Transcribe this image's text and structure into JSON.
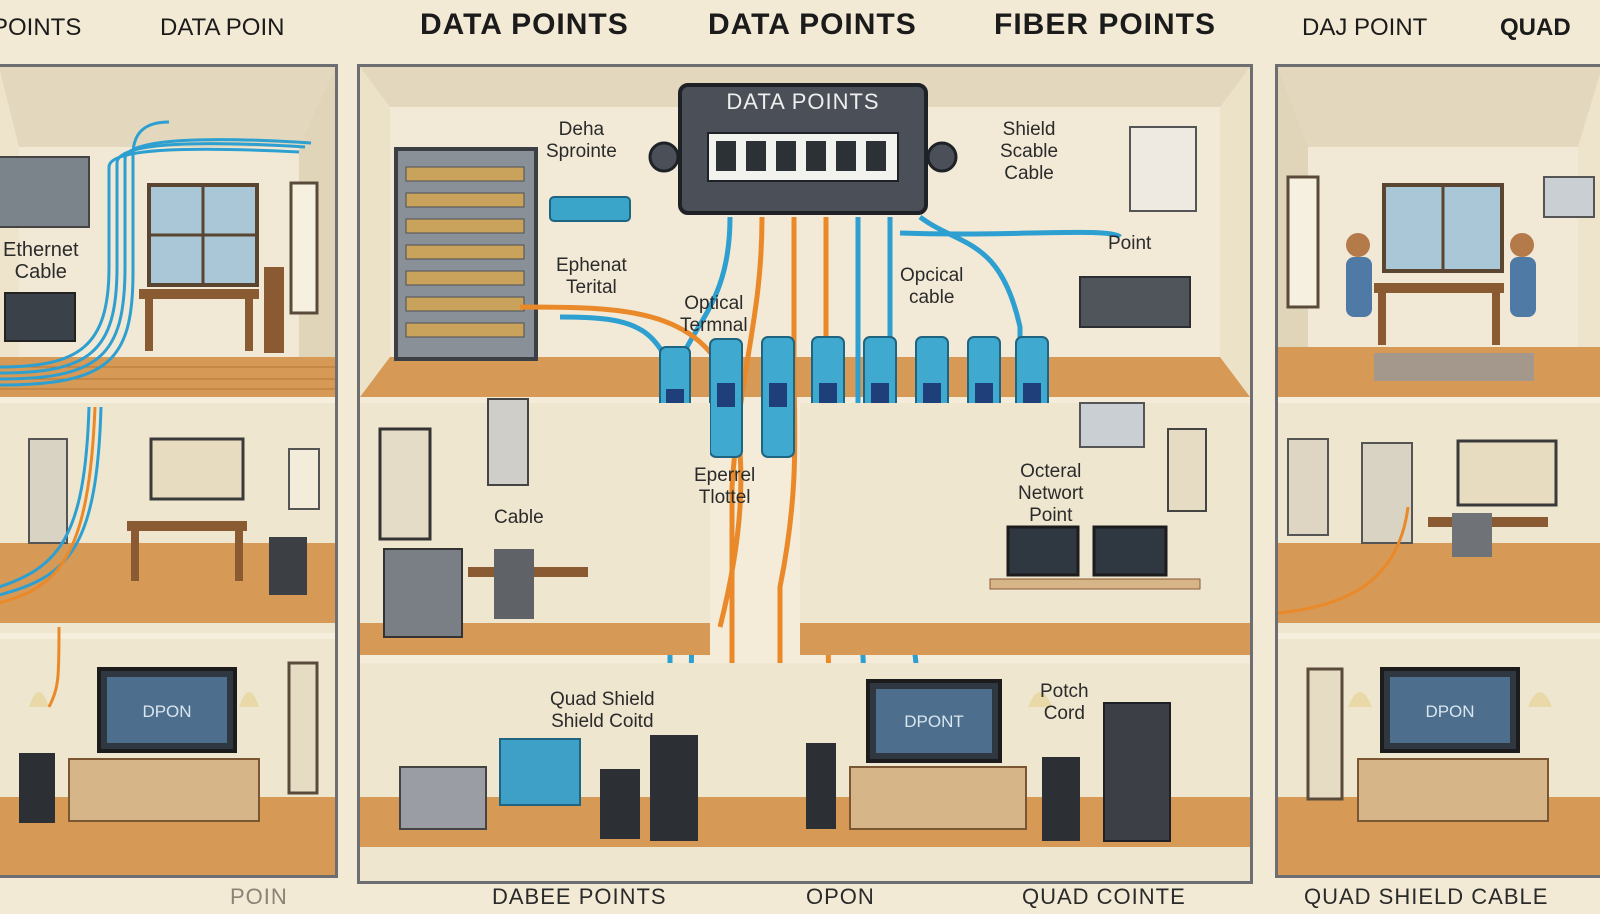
{
  "header": {
    "items": [
      "POINTS",
      "DATA POIN",
      "DATA POINTS",
      "DATA POINTS",
      "FIBER POINTS",
      "DAJ POINT",
      "QUAD"
    ]
  },
  "footer": {
    "items": [
      "POIN",
      "DABEE POINTS",
      "OPON",
      "QUAD COINTE",
      "QUAD SHIELD CABLE"
    ]
  },
  "switch": {
    "label": "DATA POINTS"
  },
  "labels": {
    "ethernet_cable": "Ethernet\nCable",
    "deha_sprointe": "Deha\nSprointe",
    "ephenat_terital": "Ephenat\nTerital",
    "optical_terminal": "Optical\nTermnal",
    "shield_scable": "Shield\nScable\nCable",
    "point": "Point",
    "opcical_cable": "Opcical\ncable",
    "cable": "Cable",
    "eperrel_tlottel": "Eperrel\nTlottel",
    "octeral_network_point": "Octeral\nNetwort\nPoint",
    "quad_shield_coitd": "Quad Shield\nShield Coitd",
    "patch_cord": "Potch\nCord"
  },
  "screens": {
    "left_tv": "DPON",
    "center_tv": "DPONT",
    "right_tv": "DPON"
  },
  "colors": {
    "blue_cable": "#2d9fd0",
    "orange_cable": "#e9892a",
    "panel_border": "#6c6e72",
    "floor": "#d79a56",
    "wall": "#efe6cf",
    "background": "#f3ead6"
  }
}
